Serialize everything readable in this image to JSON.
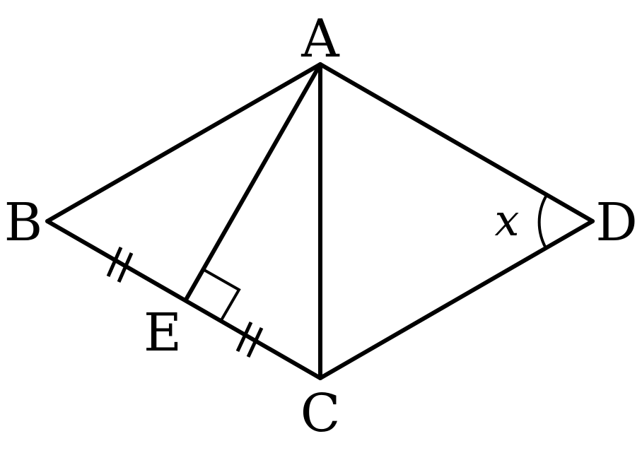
{
  "labels": {
    "A": "A",
    "B": "B",
    "C": "C",
    "D": "D",
    "E": "E",
    "x": "x"
  },
  "colors": {
    "ink": "#000000",
    "background": "#ffffff"
  }
}
